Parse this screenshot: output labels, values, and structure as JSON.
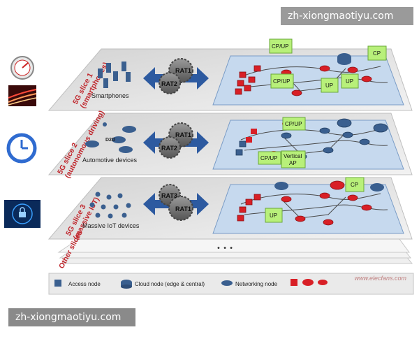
{
  "slices": [
    {
      "label_line1": "5G slice 1",
      "label_line2": "(smartphones)",
      "devices_label": "Smartphones",
      "rat_top": "RAT1",
      "rat_bottom": "RAT2"
    },
    {
      "label_line1": "5G slice 2",
      "label_line2": "(autonomous driving)",
      "devices_label": "Automotive devices",
      "d2d": "D2D",
      "rat_top": "RAT1",
      "rat_bottom": "RAT2"
    },
    {
      "label_line1": "5G slice 3",
      "label_line2": "(massive IoT)",
      "devices_label": "Massive IoT devices",
      "rat_top": "RAT3",
      "rat_bottom": "RAT1"
    },
    {
      "label_line1": "Other slices",
      "ellipsis": "• • •"
    }
  ],
  "network_tags": {
    "slice1": [
      "CP/UP",
      "CP",
      "CP/UP",
      "UP",
      "UP"
    ],
    "slice2": [
      "CP/UP",
      "CP/UP",
      "Vertical",
      "AP"
    ],
    "slice3": [
      "CP",
      "UP"
    ]
  },
  "legend": {
    "access_node": "Access node",
    "cloud_node": "Cloud node (edge & central)",
    "networking_node": "Networking node"
  },
  "watermarks": {
    "top": "zh-xiongmaotiyu.com",
    "bottom": "zh-xiongmaotiyu.com",
    "brand": "www.elecfans.com"
  },
  "colors": {
    "panel_bg": "#e2e2e2",
    "network_blue": "#c6d9ee",
    "arrow_blue": "#2d5aa0",
    "node_red": "#d81f26",
    "node_blue": "#3a5f8f",
    "tag_green": "#b8f07a",
    "slice_label_red": "#c0262c"
  }
}
